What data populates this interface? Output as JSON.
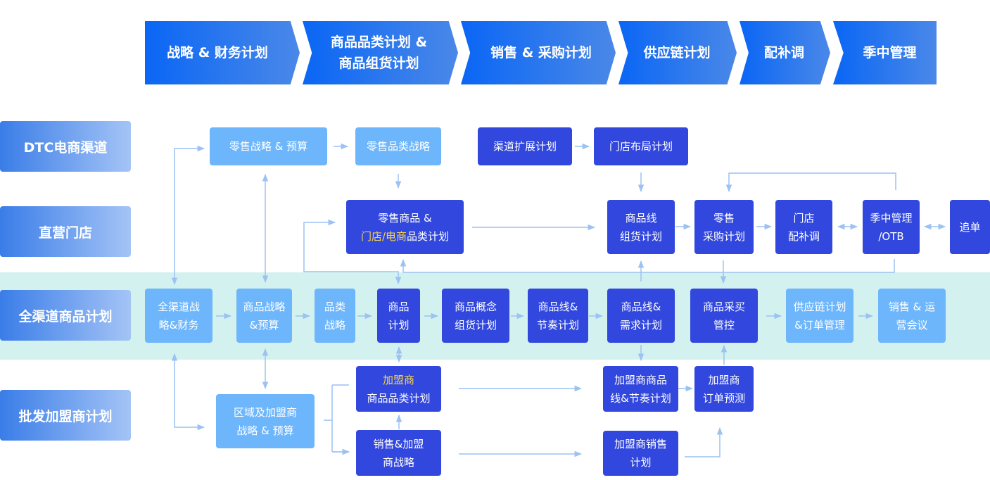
{
  "phases": [
    {
      "label": "战略 & 财务计划"
    },
    {
      "label": "商品品类计划 &\n商品组货计划"
    },
    {
      "label": "销售 & 采购计划"
    },
    {
      "label": "供应链计划"
    },
    {
      "label": "配补调"
    },
    {
      "label": "季中管理"
    }
  ],
  "lanes": [
    {
      "label": "DTC电商渠道"
    },
    {
      "label": "直营门店"
    },
    {
      "label": "全渠道商品计划"
    },
    {
      "label": "批发加盟商计划"
    }
  ],
  "nodes": {
    "retail_strategy_budget": "零售战略 & 预算",
    "retail_category_strategy": "零售品类战略",
    "channel_expansion_plan": "渠道扩展计划",
    "store_layout_plan": "门店布局计划",
    "retail_product_plan_line1": "零售商品 &",
    "retail_product_plan_hl": "门店/电商",
    "retail_product_plan_rest": "品类计划",
    "product_line_assortment": "商品线\n组货计划",
    "retail_purchase_plan": "零售\n采购计划",
    "store_replenishment": "门店\n配补调",
    "inseason_otb": "季中管理\n/OTB",
    "reorder": "追单",
    "omni_strategy_finance": "全渠道战\n略&财务",
    "product_strategy_budget": "商品战略\n&预算",
    "category_strategy": "品类\n战略",
    "product_plan": "商品\n计划",
    "product_concept_assortment": "商品概念\n组货计划",
    "product_line_rhythm": "商品线&\n节奏计划",
    "product_line_demand": "商品线&\n需求计划",
    "product_buying_control": "商品采买\n管控",
    "supply_chain_order": "供应链计划\n&订单管理",
    "sales_ops_meeting": "销售 & 运\n营会议",
    "region_franchise_strategy": "区域及加盟商\n战略 & 预算",
    "franchise_category_plan_hl": "加盟商",
    "franchise_category_plan_rest": "商品品类计划",
    "sales_franchise_strategy": "销售&加盟\n商战略",
    "franchise_line_rhythm": "加盟商商品\n线&节奏计划",
    "franchise_order_forecast": "加盟商\n订单预测",
    "franchise_sales_plan": "加盟商销售\n计划"
  },
  "colors": {
    "phase_gradient_start": "#0a66f5",
    "phase_gradient_end": "#4a88e8",
    "node_light": "#6eb6fc",
    "node_dark": "#3147dd",
    "highlight_text": "#f7d64a",
    "omni_band": "#d3f2ef",
    "connector": "#9cc2f2"
  }
}
